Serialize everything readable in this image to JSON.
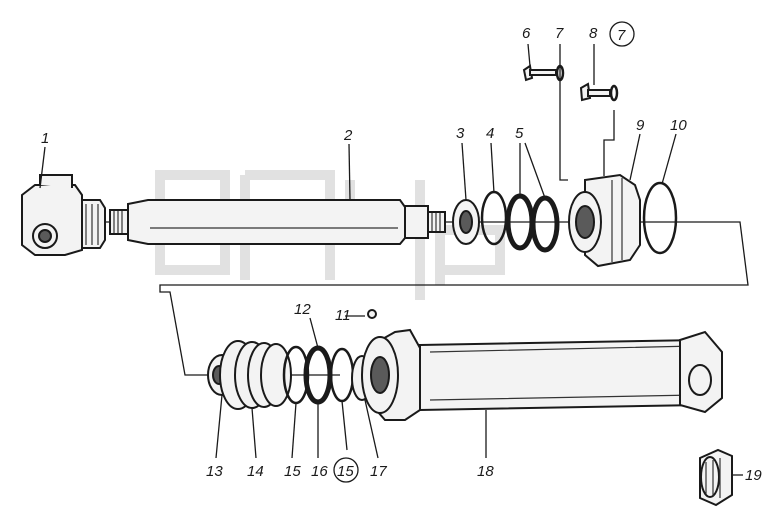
{
  "callouts": [
    "1",
    "2",
    "3",
    "4",
    "5",
    "6",
    "7",
    "8",
    "7",
    "9",
    "10",
    "11",
    "12",
    "13",
    "14",
    "15",
    "16",
    "15",
    "17",
    "18",
    "19"
  ]
}
